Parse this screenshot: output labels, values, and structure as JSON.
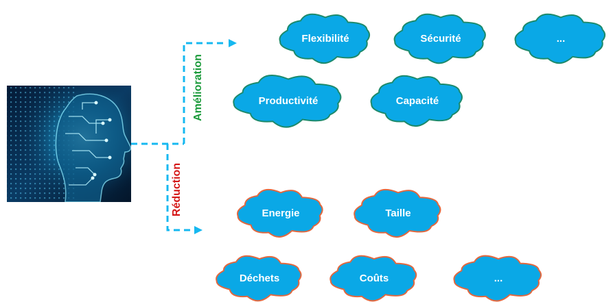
{
  "colors": {
    "connector": "#16b8f0",
    "cloud_fill": "#0aa8e6",
    "improvement_outline": "#1d8a6b",
    "reduction_outline": "#e2683f",
    "improvement_label": "#1a9a3a",
    "reduction_label": "#d41616",
    "cloud_text": "#ffffff"
  },
  "image": {
    "icon": "ai-head-circuit-icon"
  },
  "branches": {
    "improvement": {
      "label": "Amélioration",
      "items": [
        "Flexibilité",
        "Sécurité",
        "...",
        "Productivité",
        "Capacité"
      ]
    },
    "reduction": {
      "label": "Réduction",
      "items": [
        "Energie",
        "Taille",
        "Déchets",
        "Coûts",
        "..."
      ]
    }
  }
}
